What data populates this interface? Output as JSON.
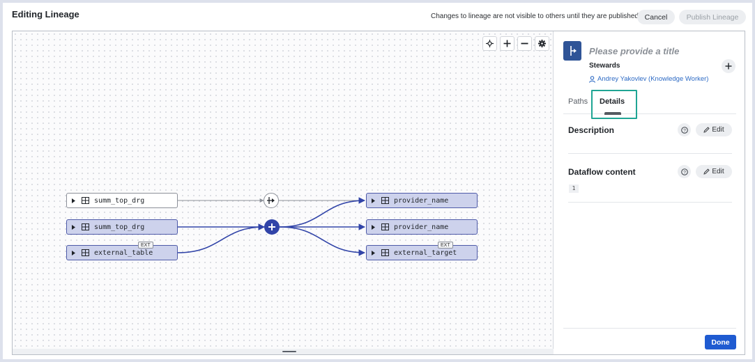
{
  "header": {
    "title": "Editing Lineage",
    "notice": "Changes to lineage are not visible to others until they are published",
    "cancel_label": "Cancel",
    "publish_label": "Publish Lineage"
  },
  "canvas": {
    "sources": [
      {
        "label": "summ_top_drg",
        "ext": ""
      },
      {
        "label": "summ_top_drg",
        "ext": ""
      },
      {
        "label": "external_table",
        "ext": "EXT"
      }
    ],
    "targets": [
      {
        "label": "provider_name",
        "ext": ""
      },
      {
        "label": "provider_name",
        "ext": ""
      },
      {
        "label": "external_target",
        "ext": "EXT"
      }
    ],
    "toolbar_icons": [
      "recenter-icon",
      "zoom-in-icon",
      "zoom-out-icon",
      "settings-gear-icon"
    ]
  },
  "panel": {
    "title_placeholder": "Please provide a title",
    "stewards_label": "Stewards",
    "steward_name": "Andrey Yakovlev (Knowledge Worker)",
    "tabs": [
      {
        "label": "Paths",
        "active": false
      },
      {
        "label": "Details",
        "active": true
      }
    ],
    "sections": [
      {
        "title": "Description",
        "edit_label": "Edit"
      },
      {
        "title": "Dataflow content",
        "edit_label": "Edit"
      }
    ],
    "dataflow_line_number": "1",
    "done_label": "Done"
  },
  "colors": {
    "accent": "#3144a8",
    "node_highlight": "#cdd2ec",
    "focus_ring": "#1fa594",
    "primary_button": "#1f5bd1",
    "link": "#2d6ac4"
  }
}
